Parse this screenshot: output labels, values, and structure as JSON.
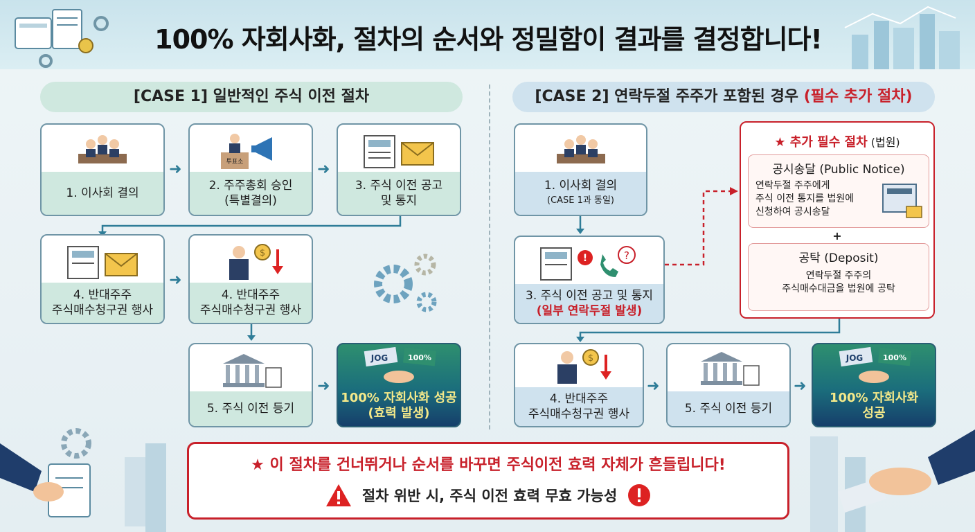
{
  "title": "100% 자회사화, 절차의 순서와 정밀함이 결과를 결정합니다!",
  "case1": {
    "title": "[CASE 1] 일반적인 주식 이전 절차",
    "steps": [
      {
        "label": "1. 이사회 결의"
      },
      {
        "label_line1": "2. 주주총회 승인",
        "label_line2": "(특별결의)",
        "badge": "투표소"
      },
      {
        "label_line1": "3. 주식 이전 공고",
        "label_line2": "및 통지"
      },
      {
        "label_line1": "4. 반대주주",
        "label_line2": "주식매수청구권 행사"
      },
      {
        "label_line1": "4. 반대주주",
        "label_line2": "주식매수청구권 행사"
      },
      {
        "label": "5. 주식 이전 등기"
      },
      {
        "label_line1": "100% 자회사화 성공",
        "label_line2": "(효력 발생)",
        "flag_left": "JOG",
        "flag_right": "100%"
      }
    ]
  },
  "case2": {
    "title_main": "[CASE 2] 연락두절 주주가 포함된 경우 ",
    "title_red": "(필수 추가 절차)",
    "steps": [
      {
        "label_line1": "1. 이사회 결의",
        "label_line2": "(CASE 1과 동일)"
      },
      {
        "label_line1": "3. 주식 이전 공고 및 통지",
        "label_line2": "(일부 연락두절 발생)"
      },
      {
        "label_line1": "4. 반대주주",
        "label_line2": "주식매수청구권 행사"
      },
      {
        "label": "5. 주식 이전 등기"
      },
      {
        "label_line1": "100% 자회사화",
        "label_line2": "성공",
        "flag_left": "JOG",
        "flag_right": "100%"
      }
    ],
    "extra": {
      "head": "★ 추가 필수 절차",
      "head_suffix": " (법원)",
      "notice_title": "공시송달 (Public Notice)",
      "notice_lines": [
        "연락두절 주주에게",
        "주식 이전 통지를 법원에",
        "신청하여 공시송달"
      ],
      "plus": "+",
      "deposit_title": "공탁 (Deposit)",
      "deposit_lines": [
        "연락두절 주주의",
        "주식매수대금을 법원에 공탁"
      ]
    }
  },
  "warning": {
    "line1": "★ 이 절차를 건너뛰거나 순서를 바꾸면  주식이전 효력 자체가 흔들립니다!",
    "line2": "절차 위반 시, 주식 이전 효력 무효 가능성"
  },
  "colors": {
    "accent_red": "#c8202a",
    "teal": "#2f7d98",
    "case1_pill": "#cfe8df",
    "case2_pill": "#cfe2ee"
  }
}
